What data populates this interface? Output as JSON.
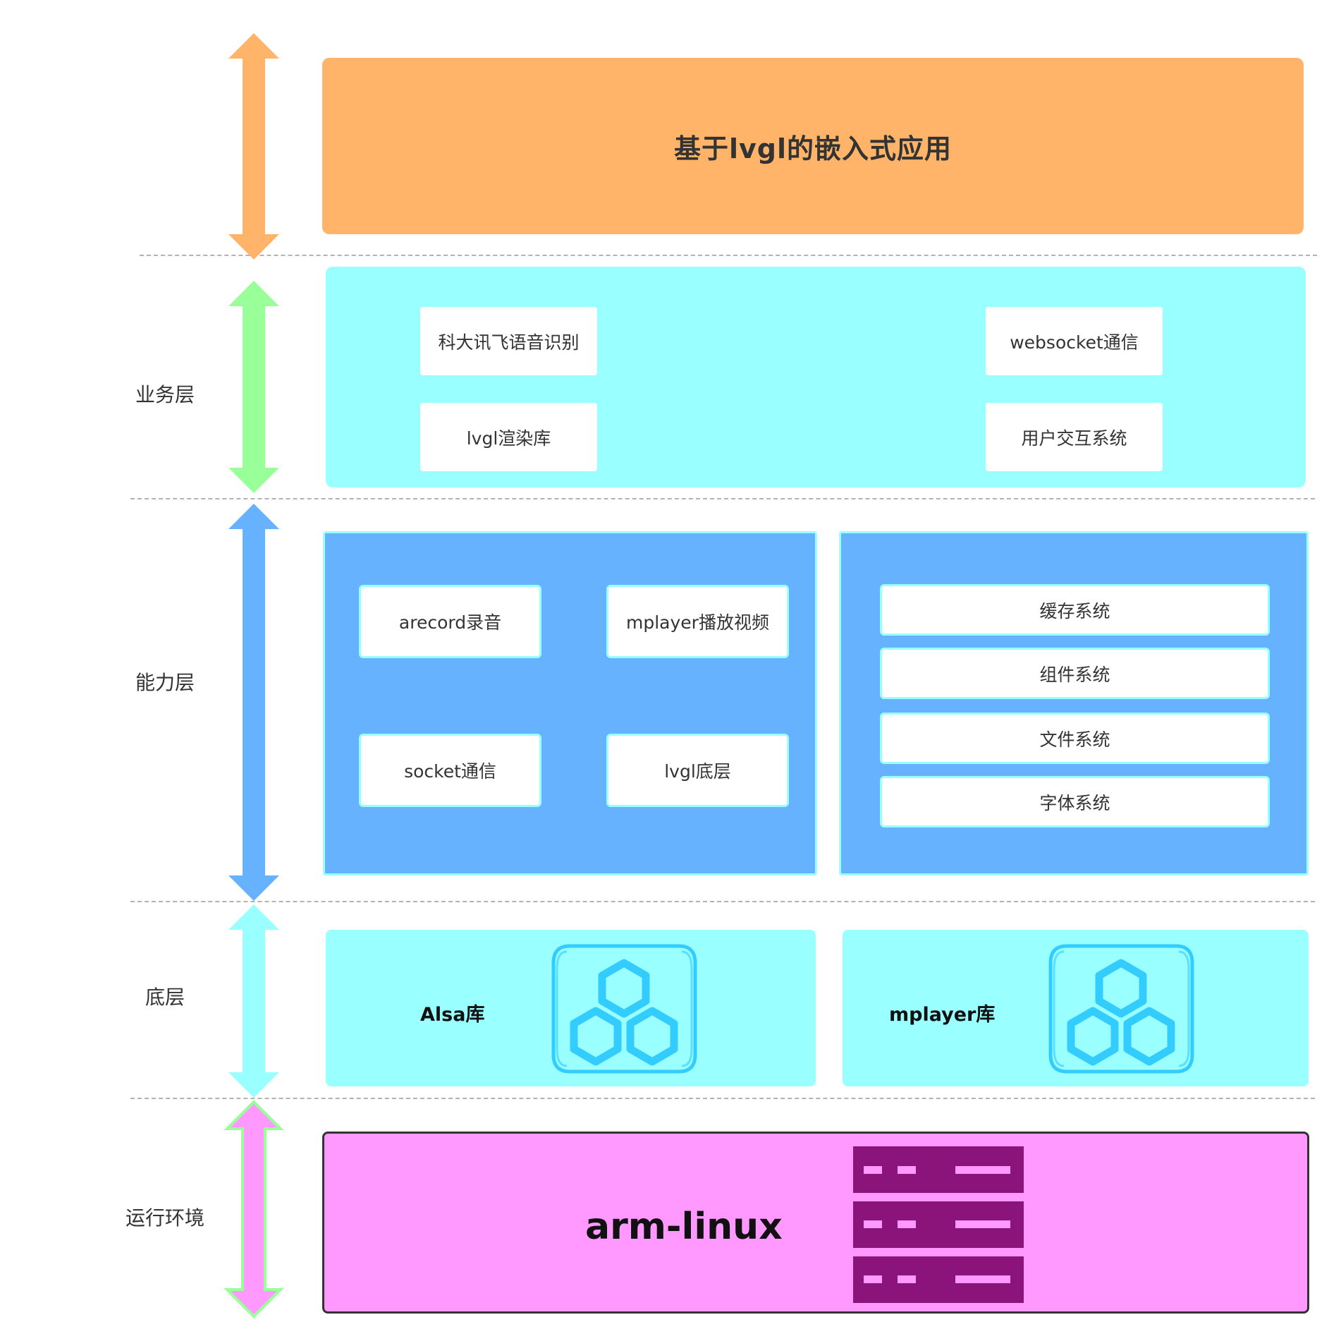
{
  "layers": {
    "business": "业务层",
    "capability": "能力层",
    "base": "底层",
    "runtime": "运行环境"
  },
  "app": {
    "title": "基于lvgl的嵌入式应用"
  },
  "business_layer": {
    "items": [
      "科大讯飞语音识别",
      "websocket通信",
      "lvgl渲染库",
      "用户交互系统"
    ]
  },
  "capability_layer": {
    "left_items": [
      "arecord录音",
      "mplayer播放视频",
      "socket通信",
      "lvgl底层"
    ],
    "right_items": [
      "缓存系统",
      "组件系统",
      "文件系统",
      "字体系统"
    ]
  },
  "base_layer": {
    "libs": [
      "Alsa库",
      "mplayer库"
    ],
    "icon": "cubes-icon"
  },
  "runtime_layer": {
    "name": "arm-linux",
    "icon": "server-rack-icon"
  },
  "colors": {
    "app": "#ffb46a",
    "business": "#99ffff",
    "capability": "#66b2ff",
    "base": "#99ffff",
    "runtime": "#ff99ff",
    "arrow_app": "#ffb46a",
    "arrow_business": "#99ff99",
    "arrow_capability": "#66b2ff",
    "arrow_base": "#99ffff",
    "arrow_runtime": "#ff99ff",
    "server": "#8a1479",
    "cube": "#33ccff"
  }
}
